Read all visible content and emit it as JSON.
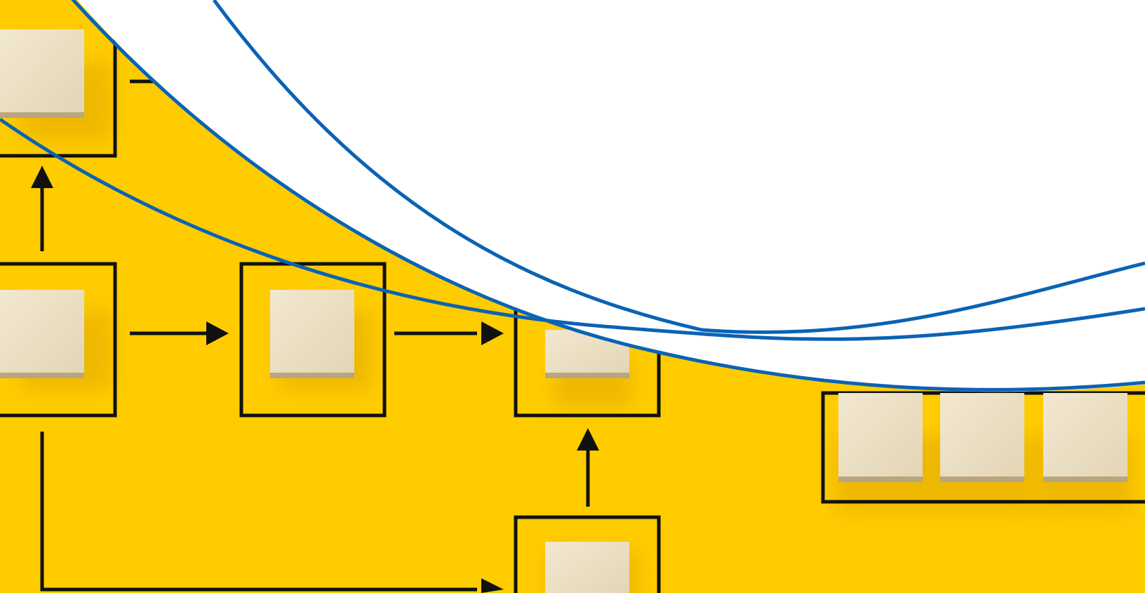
{
  "scene": {
    "description_free": true,
    "colors": {
      "background": "#FFCC00",
      "line": "#111111",
      "block_face": "#EBDFC3",
      "block_edge": "#B9A57F",
      "shadow": "#E0A800",
      "overlay": "#FFFFFF",
      "curve": "#0A63B4"
    },
    "elements": {
      "blocks": [
        "wooden-block",
        "wooden-block",
        "wooden-block",
        "wooden-block",
        "wooden-block",
        "wooden-block",
        "wooden-block",
        "wooden-block"
      ],
      "frames": [
        "frame",
        "frame",
        "frame",
        "frame",
        "frame",
        "frame"
      ],
      "arrows": [
        "arrow-up",
        "arrow-right",
        "arrow-right",
        "arrow-up",
        "arrow-right",
        "arrow-left"
      ]
    }
  }
}
